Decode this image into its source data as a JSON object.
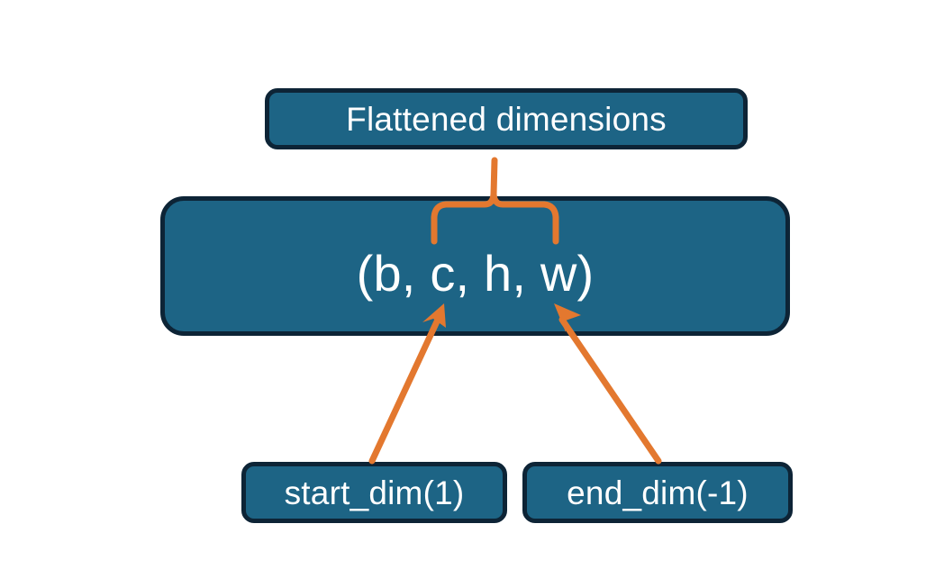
{
  "diagram": {
    "title_node": {
      "label": "Flattened dimensions",
      "name": "flattened-dimensions-box"
    },
    "tuple_node": {
      "label": "(b, c, h, w)",
      "name": "tensor-shape-box",
      "dims": [
        "b",
        "c",
        "h",
        "w"
      ]
    },
    "start_node": {
      "label": "start_dim(1)",
      "name": "start-dim-box",
      "value": 1
    },
    "end_node": {
      "label": "end_dim(-1)",
      "name": "end-dim-box",
      "value": -1
    },
    "colors": {
      "box_fill": "#1d6485",
      "box_border": "#0d2436",
      "accent": "#e3782f",
      "text": "#ffffff",
      "background": "#ffffff"
    },
    "annotations": {
      "brace": "curly-brace-spanning-c-h-w",
      "arrow_left": "start-dim-points-to-c",
      "arrow_right": "end-dim-points-to-w"
    }
  }
}
